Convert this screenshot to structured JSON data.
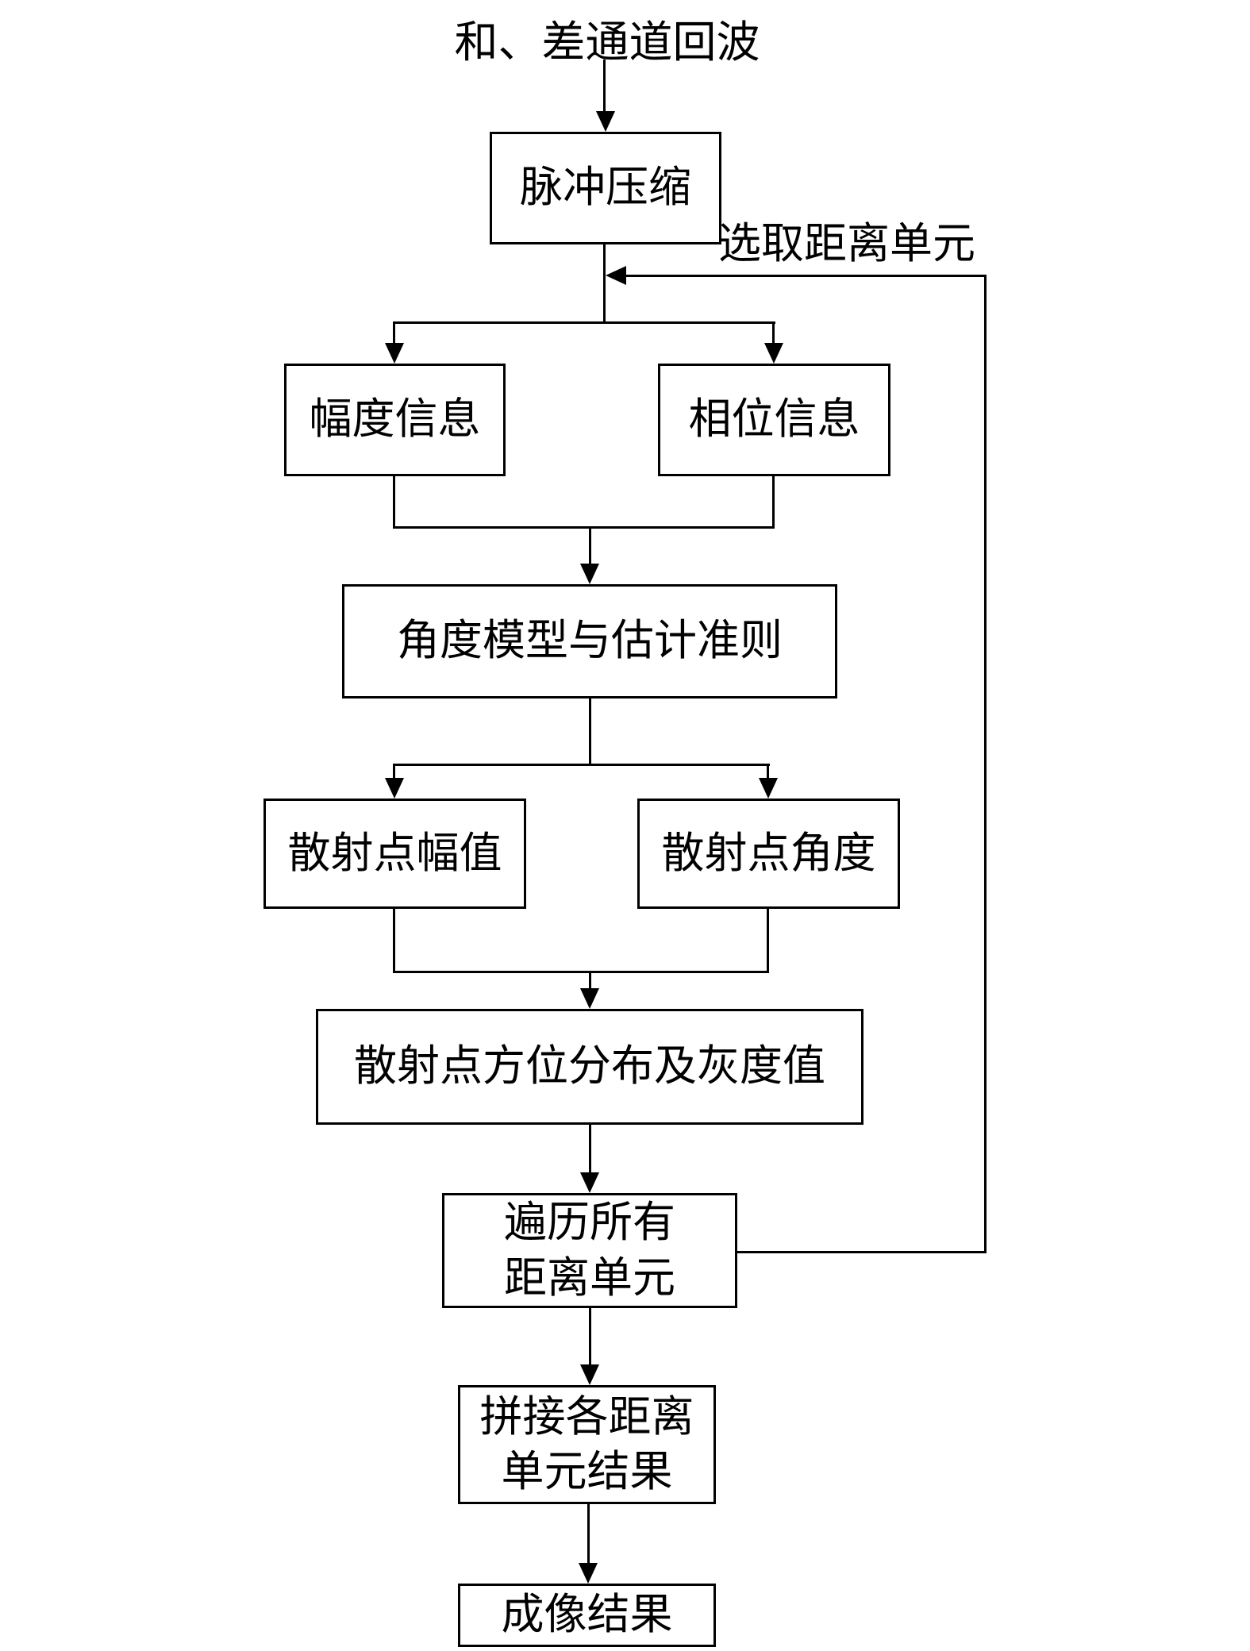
{
  "diagram": {
    "title": "和、差通道回波",
    "loop_label": "选取距离单元",
    "nodes": {
      "pulse_compression": {
        "label": "脉冲压缩"
      },
      "amplitude_info": {
        "label": "幅度信息"
      },
      "phase_info": {
        "label": "相位信息"
      },
      "angle_model": {
        "label": "角度模型与估计准则"
      },
      "scatterer_amplitude": {
        "label": "散射点幅值"
      },
      "scatterer_angle": {
        "label": "散射点角度"
      },
      "scatterer_distribution": {
        "label": "散射点方位分布及灰度值"
      },
      "traverse_cells": {
        "line1": "遍历所有",
        "line2": "距离单元"
      },
      "stitch_results": {
        "line1": "拼接各距离",
        "line2": "单元结果"
      },
      "imaging_result": {
        "label": "成像结果"
      }
    }
  }
}
